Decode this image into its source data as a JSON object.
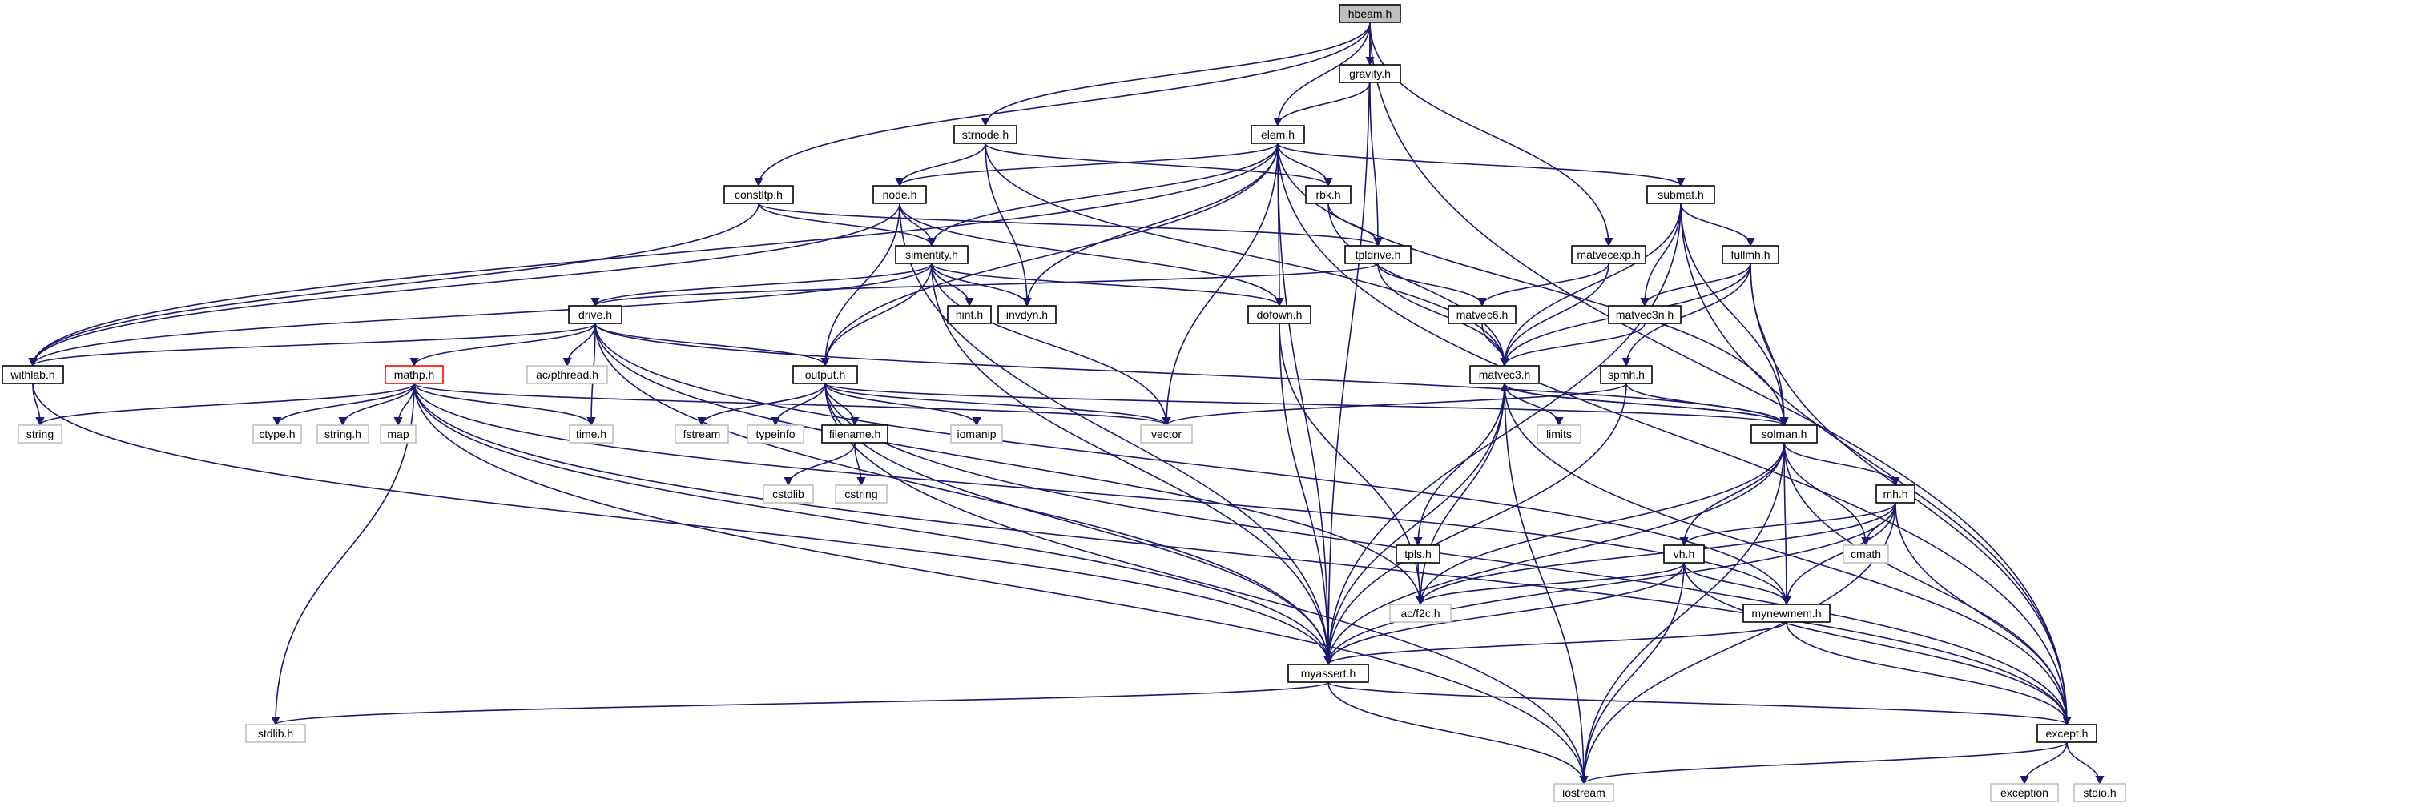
{
  "colors": {
    "edge": "#191970",
    "border_default": "#000000",
    "border_system": "#bfbfbf",
    "border_truncated": "#ff0000",
    "fill_root": "#bfbfbf",
    "fill_default": "#ffffff",
    "label": "#000000"
  },
  "nodes": [
    {
      "id": "hbeam",
      "label": "hbeam.h",
      "kind": "root"
    },
    {
      "id": "gravity",
      "label": "gravity.h",
      "kind": "default"
    },
    {
      "id": "strnode",
      "label": "strnode.h",
      "kind": "default"
    },
    {
      "id": "elem",
      "label": "elem.h",
      "kind": "default"
    },
    {
      "id": "constltp",
      "label": "constltp.h",
      "kind": "default"
    },
    {
      "id": "node",
      "label": "node.h",
      "kind": "default"
    },
    {
      "id": "rbk",
      "label": "rbk.h",
      "kind": "default"
    },
    {
      "id": "submat",
      "label": "submat.h",
      "kind": "default"
    },
    {
      "id": "simentity",
      "label": "simentity.h",
      "kind": "default"
    },
    {
      "id": "tpldrive",
      "label": "tpldrive.h",
      "kind": "default"
    },
    {
      "id": "matvecexp",
      "label": "matvecexp.h",
      "kind": "default"
    },
    {
      "id": "fullmh",
      "label": "fullmh.h",
      "kind": "default"
    },
    {
      "id": "drive",
      "label": "drive.h",
      "kind": "default"
    },
    {
      "id": "hint",
      "label": "hint.h",
      "kind": "default"
    },
    {
      "id": "invdyn",
      "label": "invdyn.h",
      "kind": "default"
    },
    {
      "id": "dofown",
      "label": "dofown.h",
      "kind": "default"
    },
    {
      "id": "matvec6",
      "label": "matvec6.h",
      "kind": "default"
    },
    {
      "id": "matvec3n",
      "label": "matvec3n.h",
      "kind": "default"
    },
    {
      "id": "withlab",
      "label": "withlab.h",
      "kind": "default"
    },
    {
      "id": "acpthread",
      "label": "ac/pthread.h",
      "kind": "system"
    },
    {
      "id": "mathp",
      "label": "mathp.h",
      "kind": "truncated"
    },
    {
      "id": "output",
      "label": "output.h",
      "kind": "default"
    },
    {
      "id": "matvec3",
      "label": "matvec3.h",
      "kind": "default"
    },
    {
      "id": "spmh",
      "label": "spmh.h",
      "kind": "default"
    },
    {
      "id": "string",
      "label": "string",
      "kind": "system"
    },
    {
      "id": "ctype",
      "label": "ctype.h",
      "kind": "system"
    },
    {
      "id": "stringh",
      "label": "string.h",
      "kind": "system"
    },
    {
      "id": "map",
      "label": "map",
      "kind": "system"
    },
    {
      "id": "time",
      "label": "time.h",
      "kind": "system"
    },
    {
      "id": "fstream",
      "label": "fstream",
      "kind": "system"
    },
    {
      "id": "typeinfo",
      "label": "typeinfo",
      "kind": "system"
    },
    {
      "id": "filename",
      "label": "filename.h",
      "kind": "default"
    },
    {
      "id": "iomanip",
      "label": "iomanip",
      "kind": "system"
    },
    {
      "id": "vector",
      "label": "vector",
      "kind": "system"
    },
    {
      "id": "limits",
      "label": "limits",
      "kind": "system"
    },
    {
      "id": "solman",
      "label": "solman.h",
      "kind": "default"
    },
    {
      "id": "cstdlib",
      "label": "cstdlib",
      "kind": "system"
    },
    {
      "id": "cstring",
      "label": "cstring",
      "kind": "system"
    },
    {
      "id": "mh",
      "label": "mh.h",
      "kind": "default"
    },
    {
      "id": "tpls",
      "label": "tpls.h",
      "kind": "default"
    },
    {
      "id": "cmath",
      "label": "cmath",
      "kind": "system"
    },
    {
      "id": "vh",
      "label": "vh.h",
      "kind": "default"
    },
    {
      "id": "acf2c",
      "label": "ac/f2c.h",
      "kind": "system"
    },
    {
      "id": "mynewmem",
      "label": "mynewmem.h",
      "kind": "default"
    },
    {
      "id": "myassert",
      "label": "myassert.h",
      "kind": "default"
    },
    {
      "id": "stdlib",
      "label": "stdlib.h",
      "kind": "system"
    },
    {
      "id": "except",
      "label": "except.h",
      "kind": "default"
    },
    {
      "id": "iostream",
      "label": "iostream",
      "kind": "system"
    },
    {
      "id": "exception",
      "label": "exception",
      "kind": "system"
    },
    {
      "id": "stdio",
      "label": "stdio.h",
      "kind": "system"
    }
  ],
  "edges": [
    [
      "hbeam",
      "gravity"
    ],
    [
      "hbeam",
      "elem"
    ],
    [
      "hbeam",
      "strnode"
    ],
    [
      "hbeam",
      "constltp"
    ],
    [
      "hbeam",
      "matvecexp"
    ],
    [
      "hbeam",
      "myassert"
    ],
    [
      "hbeam",
      "except"
    ],
    [
      "gravity",
      "elem"
    ],
    [
      "gravity",
      "tpldrive"
    ],
    [
      "strnode",
      "node"
    ],
    [
      "strnode",
      "rbk"
    ],
    [
      "strnode",
      "invdyn"
    ],
    [
      "strnode",
      "matvec3"
    ],
    [
      "elem",
      "node"
    ],
    [
      "elem",
      "simentity"
    ],
    [
      "elem",
      "submat"
    ],
    [
      "elem",
      "rbk"
    ],
    [
      "elem",
      "invdyn"
    ],
    [
      "elem",
      "dofown"
    ],
    [
      "elem",
      "output"
    ],
    [
      "elem",
      "withlab"
    ],
    [
      "elem",
      "vector"
    ],
    [
      "elem",
      "solman"
    ],
    [
      "elem",
      "myassert"
    ],
    [
      "elem",
      "except"
    ],
    [
      "constltp",
      "simentity"
    ],
    [
      "constltp",
      "tpldrive"
    ],
    [
      "constltp",
      "withlab"
    ],
    [
      "node",
      "simentity"
    ],
    [
      "node",
      "dofown"
    ],
    [
      "node",
      "output"
    ],
    [
      "node",
      "withlab"
    ],
    [
      "node",
      "myassert"
    ],
    [
      "rbk",
      "tpldrive"
    ],
    [
      "rbk",
      "matvec3"
    ],
    [
      "submat",
      "fullmh"
    ],
    [
      "submat",
      "matvec3n"
    ],
    [
      "submat",
      "matvec3"
    ],
    [
      "submat",
      "solman"
    ],
    [
      "submat",
      "myassert"
    ],
    [
      "submat",
      "except"
    ],
    [
      "simentity",
      "hint"
    ],
    [
      "simentity",
      "invdyn"
    ],
    [
      "simentity",
      "drive"
    ],
    [
      "simentity",
      "dofown"
    ],
    [
      "simentity",
      "withlab"
    ],
    [
      "simentity",
      "output"
    ],
    [
      "simentity",
      "vector"
    ],
    [
      "simentity",
      "myassert"
    ],
    [
      "tpldrive",
      "drive"
    ],
    [
      "tpldrive",
      "matvec6"
    ],
    [
      "tpldrive",
      "matvec3"
    ],
    [
      "matvecexp",
      "matvec6"
    ],
    [
      "matvecexp",
      "matvec3"
    ],
    [
      "fullmh",
      "matvec3n"
    ],
    [
      "fullmh",
      "matvec3"
    ],
    [
      "fullmh",
      "spmh"
    ],
    [
      "fullmh",
      "solman"
    ],
    [
      "fullmh",
      "except"
    ],
    [
      "drive",
      "withlab"
    ],
    [
      "drive",
      "acpthread"
    ],
    [
      "drive",
      "mathp"
    ],
    [
      "drive",
      "output"
    ],
    [
      "drive",
      "time"
    ],
    [
      "drive",
      "solman"
    ],
    [
      "drive",
      "mynewmem"
    ],
    [
      "drive",
      "myassert"
    ],
    [
      "drive",
      "acf2c"
    ],
    [
      "dofown",
      "myassert"
    ],
    [
      "dofown",
      "acf2c"
    ],
    [
      "matvec6",
      "matvec3"
    ],
    [
      "matvec3n",
      "matvec3"
    ],
    [
      "withlab",
      "string"
    ],
    [
      "withlab",
      "myassert"
    ],
    [
      "mathp",
      "string"
    ],
    [
      "mathp",
      "ctype"
    ],
    [
      "mathp",
      "stringh"
    ],
    [
      "mathp",
      "map"
    ],
    [
      "mathp",
      "time"
    ],
    [
      "mathp",
      "vector"
    ],
    [
      "mathp",
      "mynewmem"
    ],
    [
      "mathp",
      "myassert"
    ],
    [
      "mathp",
      "stdlib"
    ],
    [
      "mathp",
      "except"
    ],
    [
      "mathp",
      "iostream"
    ],
    [
      "output",
      "fstream"
    ],
    [
      "output",
      "typeinfo"
    ],
    [
      "output",
      "filename"
    ],
    [
      "output",
      "iomanip"
    ],
    [
      "output",
      "vector"
    ],
    [
      "output",
      "solman"
    ],
    [
      "output",
      "myassert"
    ],
    [
      "output",
      "except"
    ],
    [
      "output",
      "iostream"
    ],
    [
      "filename",
      "cstdlib"
    ],
    [
      "filename",
      "cstring"
    ],
    [
      "matvec3",
      "solman"
    ],
    [
      "matvec3",
      "limits"
    ],
    [
      "matvec3",
      "tpls"
    ],
    [
      "matvec3",
      "acf2c"
    ],
    [
      "matvec3",
      "myassert"
    ],
    [
      "matvec3",
      "except"
    ],
    [
      "matvec3",
      "iostream"
    ],
    [
      "spmh",
      "solman"
    ],
    [
      "spmh",
      "myassert"
    ],
    [
      "spmh",
      "vector"
    ],
    [
      "solman",
      "matvec3"
    ],
    [
      "solman",
      "mh"
    ],
    [
      "solman",
      "vh"
    ],
    [
      "solman",
      "cmath"
    ],
    [
      "solman",
      "acf2c"
    ],
    [
      "solman",
      "mynewmem"
    ],
    [
      "solman",
      "myassert"
    ],
    [
      "solman",
      "except"
    ],
    [
      "solman",
      "iostream"
    ],
    [
      "mh",
      "vh"
    ],
    [
      "mh",
      "cmath"
    ],
    [
      "mh",
      "acf2c"
    ],
    [
      "mh",
      "mynewmem"
    ],
    [
      "mh",
      "myassert"
    ],
    [
      "mh",
      "except"
    ],
    [
      "mh",
      "iostream"
    ],
    [
      "tpls",
      "acf2c"
    ],
    [
      "vh",
      "acf2c"
    ],
    [
      "vh",
      "mynewmem"
    ],
    [
      "vh",
      "myassert"
    ],
    [
      "vh",
      "except"
    ],
    [
      "vh",
      "iostream"
    ],
    [
      "mynewmem",
      "myassert"
    ],
    [
      "mynewmem",
      "except"
    ],
    [
      "myassert",
      "stdlib"
    ],
    [
      "myassert",
      "except"
    ],
    [
      "myassert",
      "iostream"
    ],
    [
      "except",
      "exception"
    ],
    [
      "except",
      "stdio"
    ],
    [
      "except",
      "iostream"
    ]
  ]
}
